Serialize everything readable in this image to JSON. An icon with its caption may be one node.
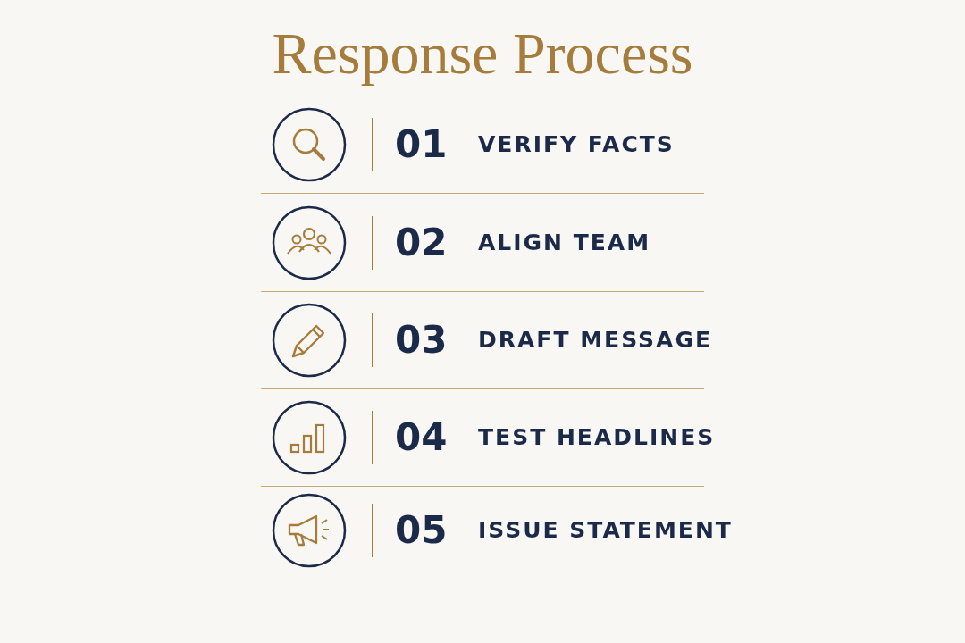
{
  "diagram": {
    "title": "Response Process",
    "labels": [
      "01",
      "VERIFY FACTS",
      "02",
      "ALIGN TEAM",
      "03",
      "DRAFT MESSAGE",
      "04",
      "TEST HEADLINES",
      "05",
      "ISSUE STATEMENT"
    ]
  }
}
